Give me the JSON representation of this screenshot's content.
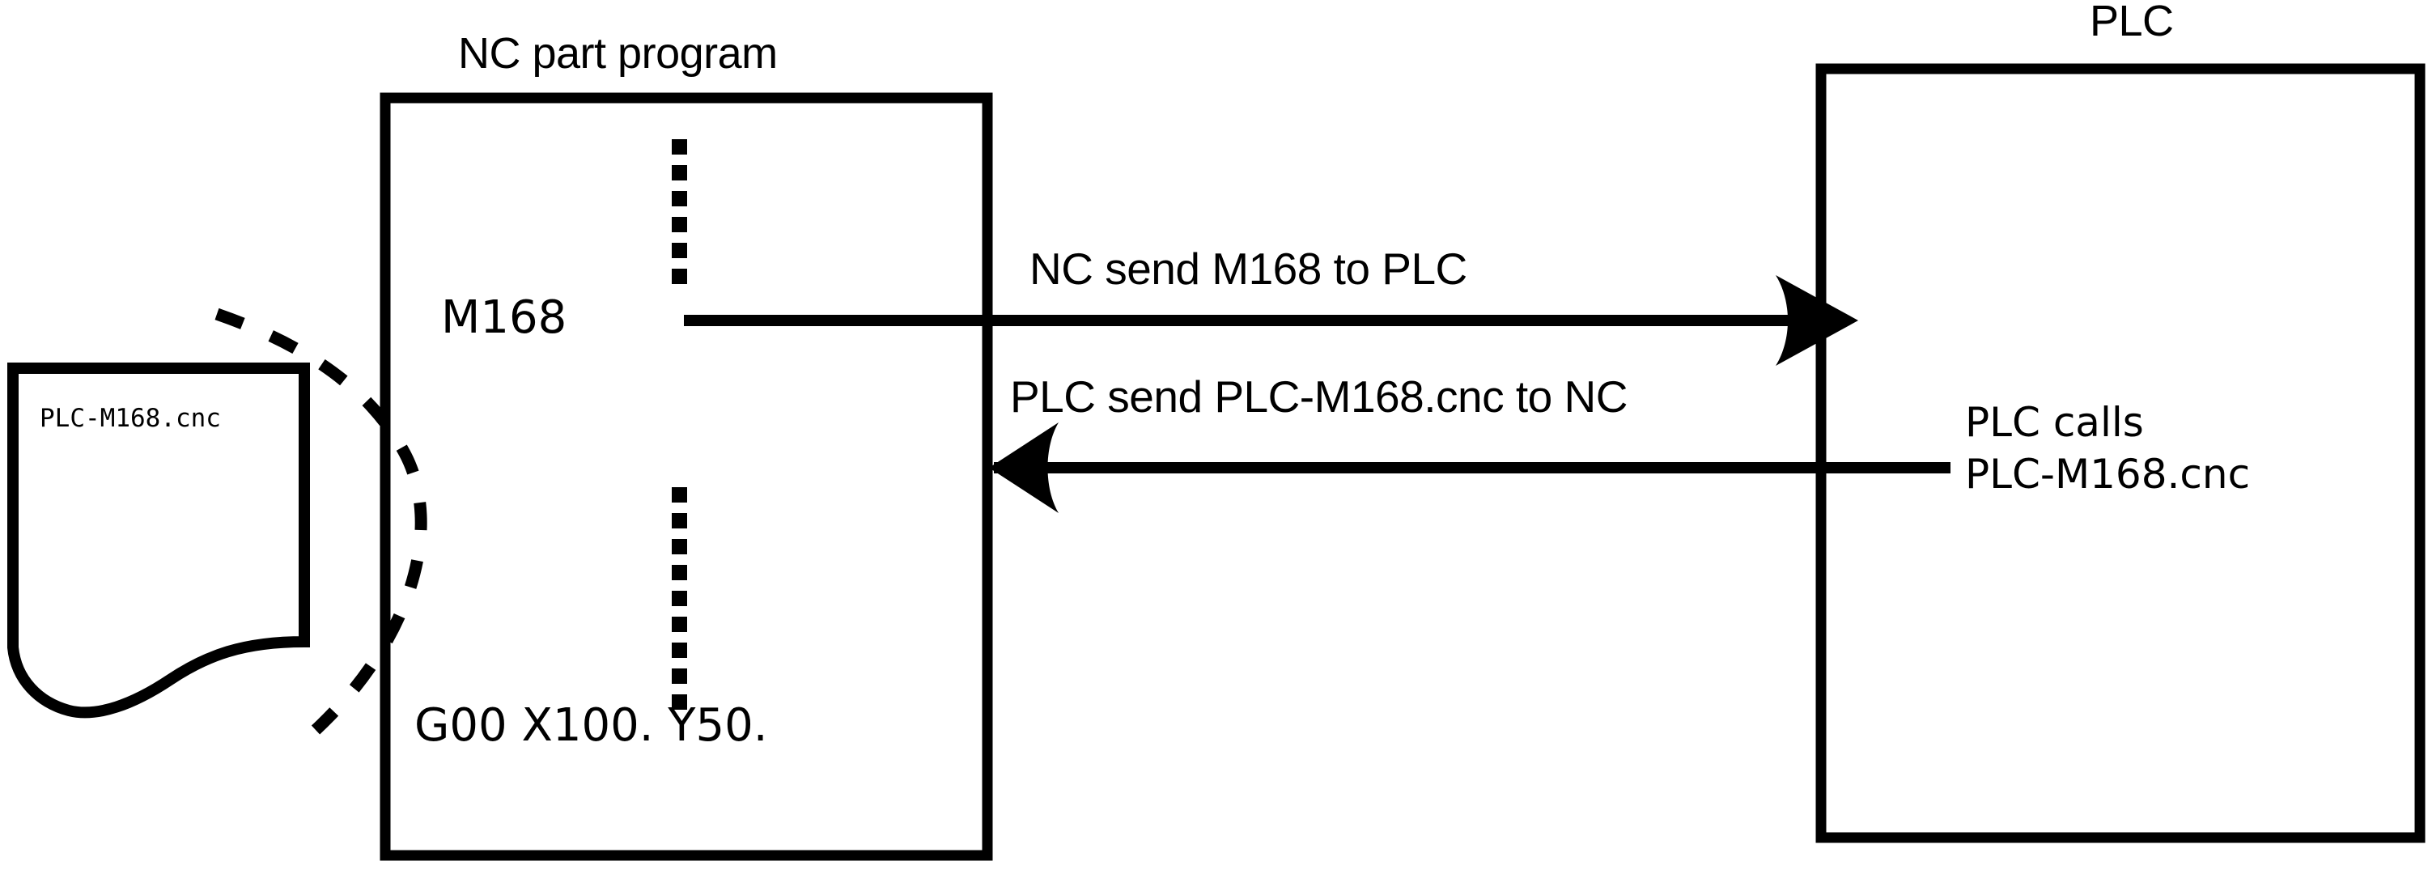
{
  "diagram": {
    "type": "flow-sequence-diagram",
    "background_color": "#ffffff",
    "stroke_color": "#000000",
    "nc_box": {
      "title": "NC part program",
      "lines": [
        {
          "id": "ellipsis-top",
          "text": "vertical-dots"
        },
        {
          "id": "m168",
          "text": "M168"
        },
        {
          "id": "ellipsis-bottom",
          "text": "vertical-dots"
        },
        {
          "id": "g00",
          "text": "G00 X100. Y50."
        }
      ],
      "m168_label": "M168",
      "gcode_label": "G00 X100. Y50."
    },
    "plc_box": {
      "title": "PLC",
      "call_line_1": "PLC calls",
      "call_line_2": "PLC-M168.cnc"
    },
    "document": {
      "label": "PLC-M168.cnc"
    },
    "arrows": [
      {
        "id": "nc-to-plc",
        "label": "NC send M168 to PLC",
        "direction": "right",
        "from": "NC part program",
        "to": "PLC"
      },
      {
        "id": "plc-to-nc",
        "label": "PLC send PLC-M168.cnc to NC",
        "direction": "left",
        "from": "PLC",
        "to": "NC part program"
      }
    ],
    "callout": {
      "id": "doc-to-m168-callout",
      "style": "dashed-curve"
    }
  }
}
